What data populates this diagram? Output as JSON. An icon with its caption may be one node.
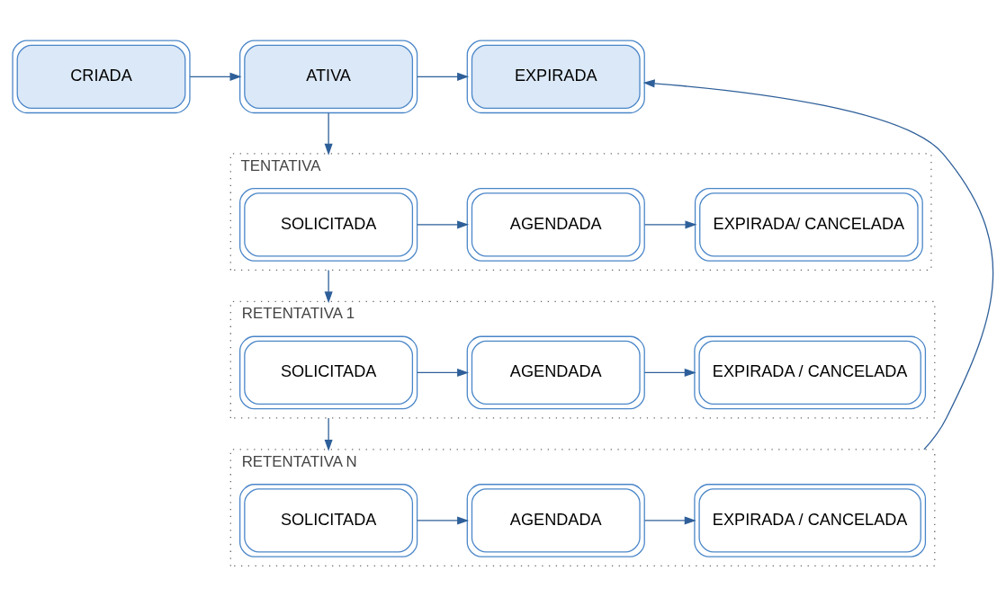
{
  "diagram": {
    "nodes": [
      {
        "text": [
          "CRIADA"
        ]
      },
      {
        "text": [
          "ATIVA"
        ]
      },
      {
        "text": [
          "EXPIRADA"
        ]
      },
      {
        "text": [
          "TENTATIVA"
        ]
      },
      {
        "text": [
          "SOLICITADA"
        ],
        "in": 3
      },
      {
        "text": [
          "AGENDADA"
        ],
        "in": 3
      },
      {
        "text": [
          "EXPIRADA/ CANCELADA"
        ],
        "in": 3
      },
      {
        "text": [
          "RETENTATIVA 1"
        ]
      },
      {
        "text": [
          "SOLICITADA"
        ],
        "in": 7
      },
      {
        "text": [
          "AGENDADA"
        ],
        "in": 7
      },
      {
        "text": [
          "EXPIRADA / CANCELADA"
        ],
        "in": 7
      },
      {
        "text": [
          "RETENTATIVA N"
        ]
      },
      {
        "text": [
          "SOLICITADA"
        ],
        "in": 11
      },
      {
        "text": [
          "AGENDADA"
        ],
        "in": 11
      },
      {
        "text": [
          "EXPIRADA / CANCELADA"
        ],
        "in": 11
      }
    ],
    "edges": [
      {
        "from": 0,
        "to": 1,
        "arrow": "to"
      },
      {
        "from": 1,
        "to": 2,
        "arrow": "to"
      },
      {
        "from": 1,
        "to": 3,
        "arrow": "to"
      },
      {
        "from": 4,
        "to": 5,
        "arrow": "to"
      },
      {
        "from": 5,
        "to": 6,
        "arrow": "to"
      },
      {
        "from": 3,
        "to": 7,
        "arrow": "to"
      },
      {
        "from": 8,
        "to": 9,
        "arrow": "to"
      },
      {
        "from": 9,
        "to": 10,
        "arrow": "to"
      },
      {
        "from": 7,
        "to": 11,
        "arrow": "to"
      },
      {
        "from": 12,
        "to": 13,
        "arrow": "to"
      },
      {
        "from": 13,
        "to": 14,
        "arrow": "to"
      },
      {
        "from": 11,
        "to": 2,
        "arrow": "to"
      }
    ]
  }
}
